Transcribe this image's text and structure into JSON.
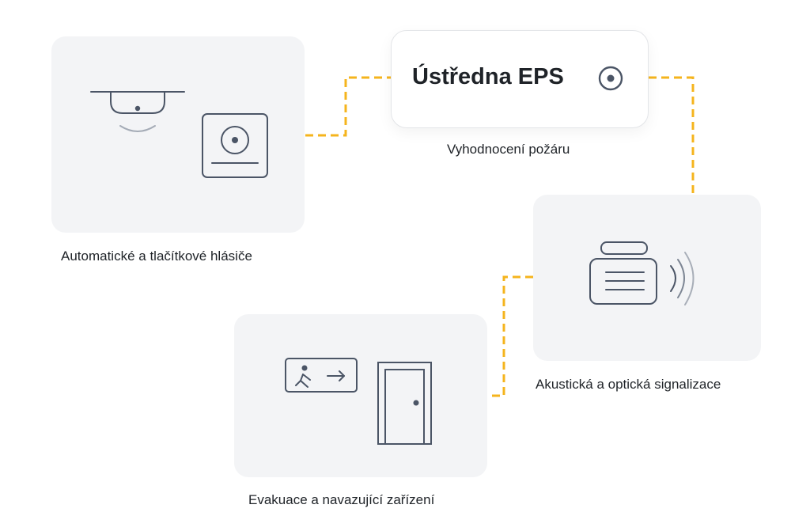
{
  "hub": {
    "title": "Ústředna EPS",
    "icon": "target-icon",
    "caption": "Vyhodnocení požáru"
  },
  "nodes": [
    {
      "id": "detectors",
      "label": "Automatické a tlačítkové hlásiče",
      "icons": [
        "ceiling-smoke-detector-icon",
        "manual-call-point-icon"
      ]
    },
    {
      "id": "signaling",
      "label": "Akustická a optická signalizace",
      "icons": [
        "siren-icon"
      ]
    },
    {
      "id": "evacuation",
      "label": "Evakuace a navazující zařízení",
      "icons": [
        "exit-sign-icon",
        "door-icon"
      ]
    }
  ],
  "colors": {
    "connector": "#f5b41d",
    "card": "#f3f4f6",
    "icon_stroke": "#4b5566",
    "hub_border": "#e3e5e8"
  }
}
